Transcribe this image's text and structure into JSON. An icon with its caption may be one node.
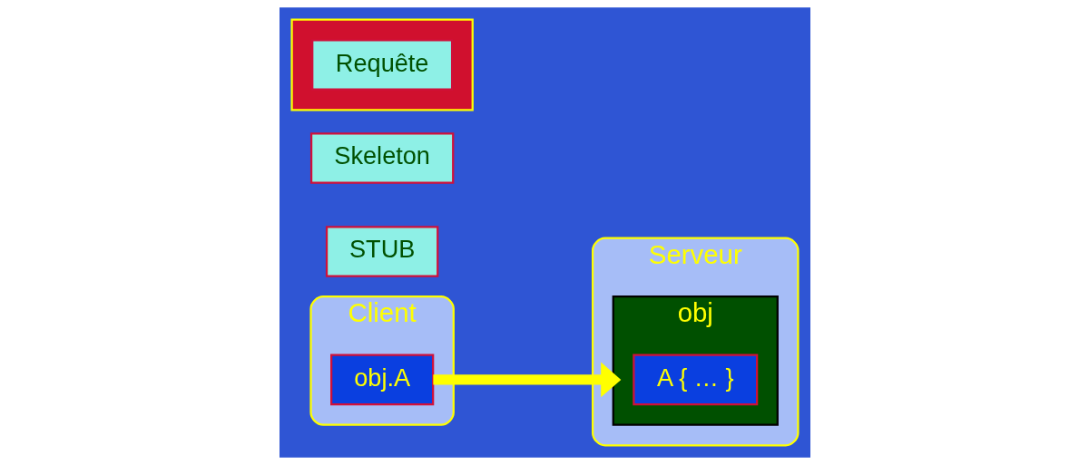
{
  "diagram": {
    "nodes": [
      {
        "text": [
          "Client"
        ]
      },
      {
        "text": [
          "obj.A"
        ],
        "in": 0
      },
      {
        "text": [
          "Serveur"
        ]
      },
      {
        "text": [
          "obj"
        ],
        "in": 2
      },
      {
        "text": [
          "A { … }"
        ],
        "in": 3
      },
      {
        "text": [
          "STUB"
        ]
      },
      {
        "text": [
          "Skeleton"
        ]
      },
      {
        "text": [],
        "shape": "box"
      },
      {
        "text": [
          "Requête"
        ],
        "in": 7
      }
    ],
    "edges": [
      {
        "from": 1,
        "to": 3,
        "arrow": "to"
      }
    ]
  }
}
